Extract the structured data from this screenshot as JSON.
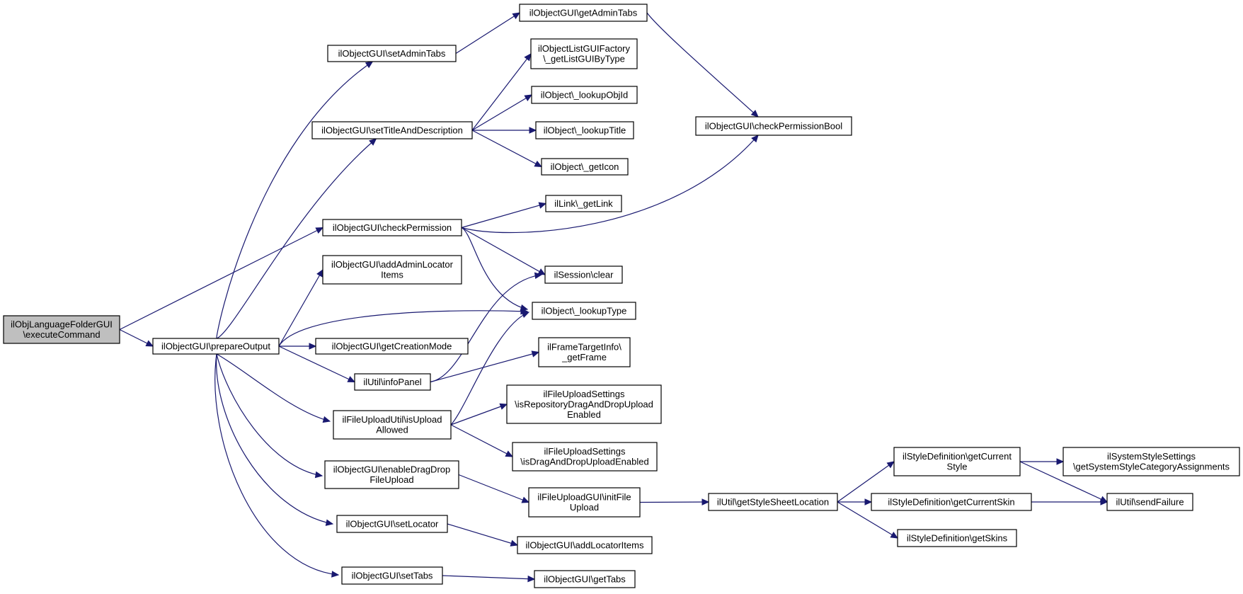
{
  "colors": {
    "edge": "#191970",
    "root_fill": "#bfbfbf",
    "node_fill": "#ffffff",
    "node_border": "#000000"
  },
  "nodes": [
    {
      "id": "root",
      "lines": [
        "ilObjLanguageFolderGUI",
        "\\executeCommand"
      ],
      "root": true
    },
    {
      "id": "prepareOutput",
      "lines": [
        "ilObjectGUI\\prepareOutput"
      ]
    },
    {
      "id": "setAdminTabs",
      "lines": [
        "ilObjectGUI\\setAdminTabs"
      ]
    },
    {
      "id": "setTitleAndDescription",
      "lines": [
        "ilObjectGUI\\setTitleAndDescription"
      ]
    },
    {
      "id": "checkPermission",
      "lines": [
        "ilObjectGUI\\checkPermission"
      ]
    },
    {
      "id": "addAdminLocatorItems",
      "lines": [
        "ilObjectGUI\\addAdminLocator",
        "Items"
      ]
    },
    {
      "id": "getCreationMode",
      "lines": [
        "ilObjectGUI\\getCreationMode"
      ]
    },
    {
      "id": "infoPanel",
      "lines": [
        "ilUtil\\infoPanel"
      ]
    },
    {
      "id": "isUploadAllowed",
      "lines": [
        "ilFileUploadUtil\\isUpload",
        "Allowed"
      ]
    },
    {
      "id": "enableDragDrop",
      "lines": [
        "ilObjectGUI\\enableDragDrop",
        "FileUpload"
      ]
    },
    {
      "id": "setLocator",
      "lines": [
        "ilObjectGUI\\setLocator"
      ]
    },
    {
      "id": "setTabs",
      "lines": [
        "ilObjectGUI\\setTabs"
      ]
    },
    {
      "id": "getAdminTabs",
      "lines": [
        "ilObjectGUI\\getAdminTabs"
      ]
    },
    {
      "id": "getListGUIByType",
      "lines": [
        "ilObjectListGUIFactory",
        "\\_getListGUIByType"
      ]
    },
    {
      "id": "lookupObjId",
      "lines": [
        "ilObject\\_lookupObjId"
      ]
    },
    {
      "id": "lookupTitle",
      "lines": [
        "ilObject\\_lookupTitle"
      ]
    },
    {
      "id": "getIcon",
      "lines": [
        "ilObject\\_getIcon"
      ]
    },
    {
      "id": "getLink",
      "lines": [
        "ilLink\\_getLink"
      ]
    },
    {
      "id": "sessionClear",
      "lines": [
        "ilSession\\clear"
      ]
    },
    {
      "id": "lookupType",
      "lines": [
        "ilObject\\_lookupType"
      ]
    },
    {
      "id": "getFrame",
      "lines": [
        "ilFrameTargetInfo\\",
        "_getFrame"
      ]
    },
    {
      "id": "isRepoDragDrop",
      "lines": [
        "ilFileUploadSettings",
        "\\isRepositoryDragAndDropUpload",
        "Enabled"
      ]
    },
    {
      "id": "isDragDropEnabled",
      "lines": [
        "ilFileUploadSettings",
        "\\isDragAndDropUploadEnabled"
      ]
    },
    {
      "id": "initFileUpload",
      "lines": [
        "ilFileUploadGUI\\initFile",
        "Upload"
      ]
    },
    {
      "id": "addLocatorItems",
      "lines": [
        "ilObjectGUI\\addLocatorItems"
      ]
    },
    {
      "id": "getTabs",
      "lines": [
        "ilObjectGUI\\getTabs"
      ]
    },
    {
      "id": "checkPermissionBool",
      "lines": [
        "ilObjectGUI\\checkPermissionBool"
      ]
    },
    {
      "id": "getStyleSheetLocation",
      "lines": [
        "ilUtil\\getStyleSheetLocation"
      ]
    },
    {
      "id": "getCurrentStyle",
      "lines": [
        "ilStyleDefinition\\getCurrent",
        "Style"
      ]
    },
    {
      "id": "getCurrentSkin",
      "lines": [
        "ilStyleDefinition\\getCurrentSkin"
      ]
    },
    {
      "id": "getSkins",
      "lines": [
        "ilStyleDefinition\\getSkins"
      ]
    },
    {
      "id": "getSystemStyleCat",
      "lines": [
        "ilSystemStyleSettings",
        "\\getSystemStyleCategoryAssignments"
      ]
    },
    {
      "id": "sendFailure",
      "lines": [
        "ilUtil\\sendFailure"
      ]
    }
  ],
  "edges": [
    [
      "root",
      "prepareOutput"
    ],
    [
      "root",
      "checkPermission"
    ],
    [
      "prepareOutput",
      "setAdminTabs"
    ],
    [
      "prepareOutput",
      "setTitleAndDescription"
    ],
    [
      "prepareOutput",
      "addAdminLocatorItems"
    ],
    [
      "prepareOutput",
      "lookupType"
    ],
    [
      "prepareOutput",
      "getCreationMode"
    ],
    [
      "prepareOutput",
      "infoPanel"
    ],
    [
      "prepareOutput",
      "isUploadAllowed"
    ],
    [
      "prepareOutput",
      "enableDragDrop"
    ],
    [
      "prepareOutput",
      "setLocator"
    ],
    [
      "prepareOutput",
      "setTabs"
    ],
    [
      "setAdminTabs",
      "getAdminTabs"
    ],
    [
      "getAdminTabs",
      "checkPermissionBool"
    ],
    [
      "setTitleAndDescription",
      "getListGUIByType"
    ],
    [
      "setTitleAndDescription",
      "lookupObjId"
    ],
    [
      "setTitleAndDescription",
      "lookupTitle"
    ],
    [
      "setTitleAndDescription",
      "getIcon"
    ],
    [
      "checkPermission",
      "getLink"
    ],
    [
      "checkPermission",
      "sessionClear"
    ],
    [
      "checkPermission",
      "lookupType"
    ],
    [
      "checkPermission",
      "checkPermissionBool"
    ],
    [
      "infoPanel",
      "sessionClear"
    ],
    [
      "infoPanel",
      "getFrame"
    ],
    [
      "isUploadAllowed",
      "lookupType"
    ],
    [
      "isUploadAllowed",
      "isRepoDragDrop"
    ],
    [
      "isUploadAllowed",
      "isDragDropEnabled"
    ],
    [
      "enableDragDrop",
      "initFileUpload"
    ],
    [
      "initFileUpload",
      "getStyleSheetLocation"
    ],
    [
      "getStyleSheetLocation",
      "getCurrentStyle"
    ],
    [
      "getStyleSheetLocation",
      "getCurrentSkin"
    ],
    [
      "getStyleSheetLocation",
      "getSkins"
    ],
    [
      "getCurrentStyle",
      "getSystemStyleCat"
    ],
    [
      "getCurrentStyle",
      "sendFailure"
    ],
    [
      "getCurrentSkin",
      "sendFailure"
    ],
    [
      "setLocator",
      "addLocatorItems"
    ],
    [
      "setTabs",
      "getTabs"
    ]
  ]
}
